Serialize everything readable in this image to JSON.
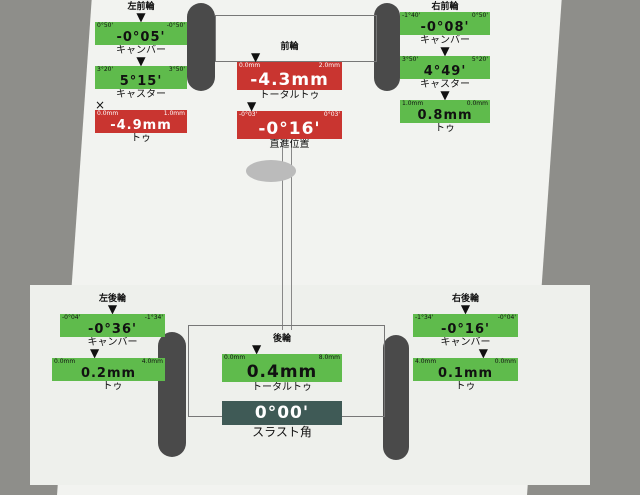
{
  "colors": {
    "ok": "#5fbb4c",
    "ng": "#c93530",
    "thrust": "#3f5a56"
  },
  "front_left": {
    "title": "左前輪",
    "camber": {
      "value": "-0°05'",
      "min": "0°50'",
      "max": "-0°50'",
      "label": "キャンバー"
    },
    "caster": {
      "value": "5°15'",
      "min": "3°20'",
      "max": "3°50'",
      "label": "キャスター"
    },
    "toe": {
      "value": "-4.9mm",
      "min": "0.0mm",
      "max": "1.0mm",
      "label": "トゥ",
      "mark": "×"
    }
  },
  "front_right": {
    "title": "右前輪",
    "camber": {
      "value": "-0°08'",
      "min": "-1°40'",
      "max": "0°50'",
      "label": "キャンバー"
    },
    "caster": {
      "value": "4°49'",
      "min": "3°50'",
      "max": "5°20'",
      "label": "キャスター"
    },
    "toe": {
      "value": "0.8mm",
      "min": "1.0mm",
      "max": "0.0mm",
      "label": "トゥ"
    }
  },
  "front": {
    "title": "前輪",
    "total_toe": {
      "value": "-4.3mm",
      "min": "0.0mm",
      "max": "2.0mm",
      "label": "トータルトゥ"
    },
    "straight": {
      "value": "-0°16'",
      "min": "-0°03'",
      "max": "0°03'",
      "label": "直進位置"
    }
  },
  "rear_left": {
    "title": "左後輪",
    "camber": {
      "value": "-0°36'",
      "min": "-0°04'",
      "max": "-1°34'",
      "label": "キャンバー"
    },
    "toe": {
      "value": "0.2mm",
      "min": "0.0mm",
      "max": "4.0mm",
      "label": "トゥ"
    }
  },
  "rear_right": {
    "title": "右後輪",
    "camber": {
      "value": "-0°16'",
      "min": "-1°34'",
      "max": "-0°04'",
      "label": "キャンバー"
    },
    "toe": {
      "value": "0.1mm",
      "min": "4.0mm",
      "max": "0.0mm",
      "label": "トゥ"
    }
  },
  "rear": {
    "title": "後輪",
    "total_toe": {
      "value": "0.4mm",
      "min": "0.0mm",
      "max": "8.0mm",
      "label": "トータルトゥ"
    },
    "thrust": {
      "value": "0°00'",
      "label": "スラスト角"
    }
  }
}
